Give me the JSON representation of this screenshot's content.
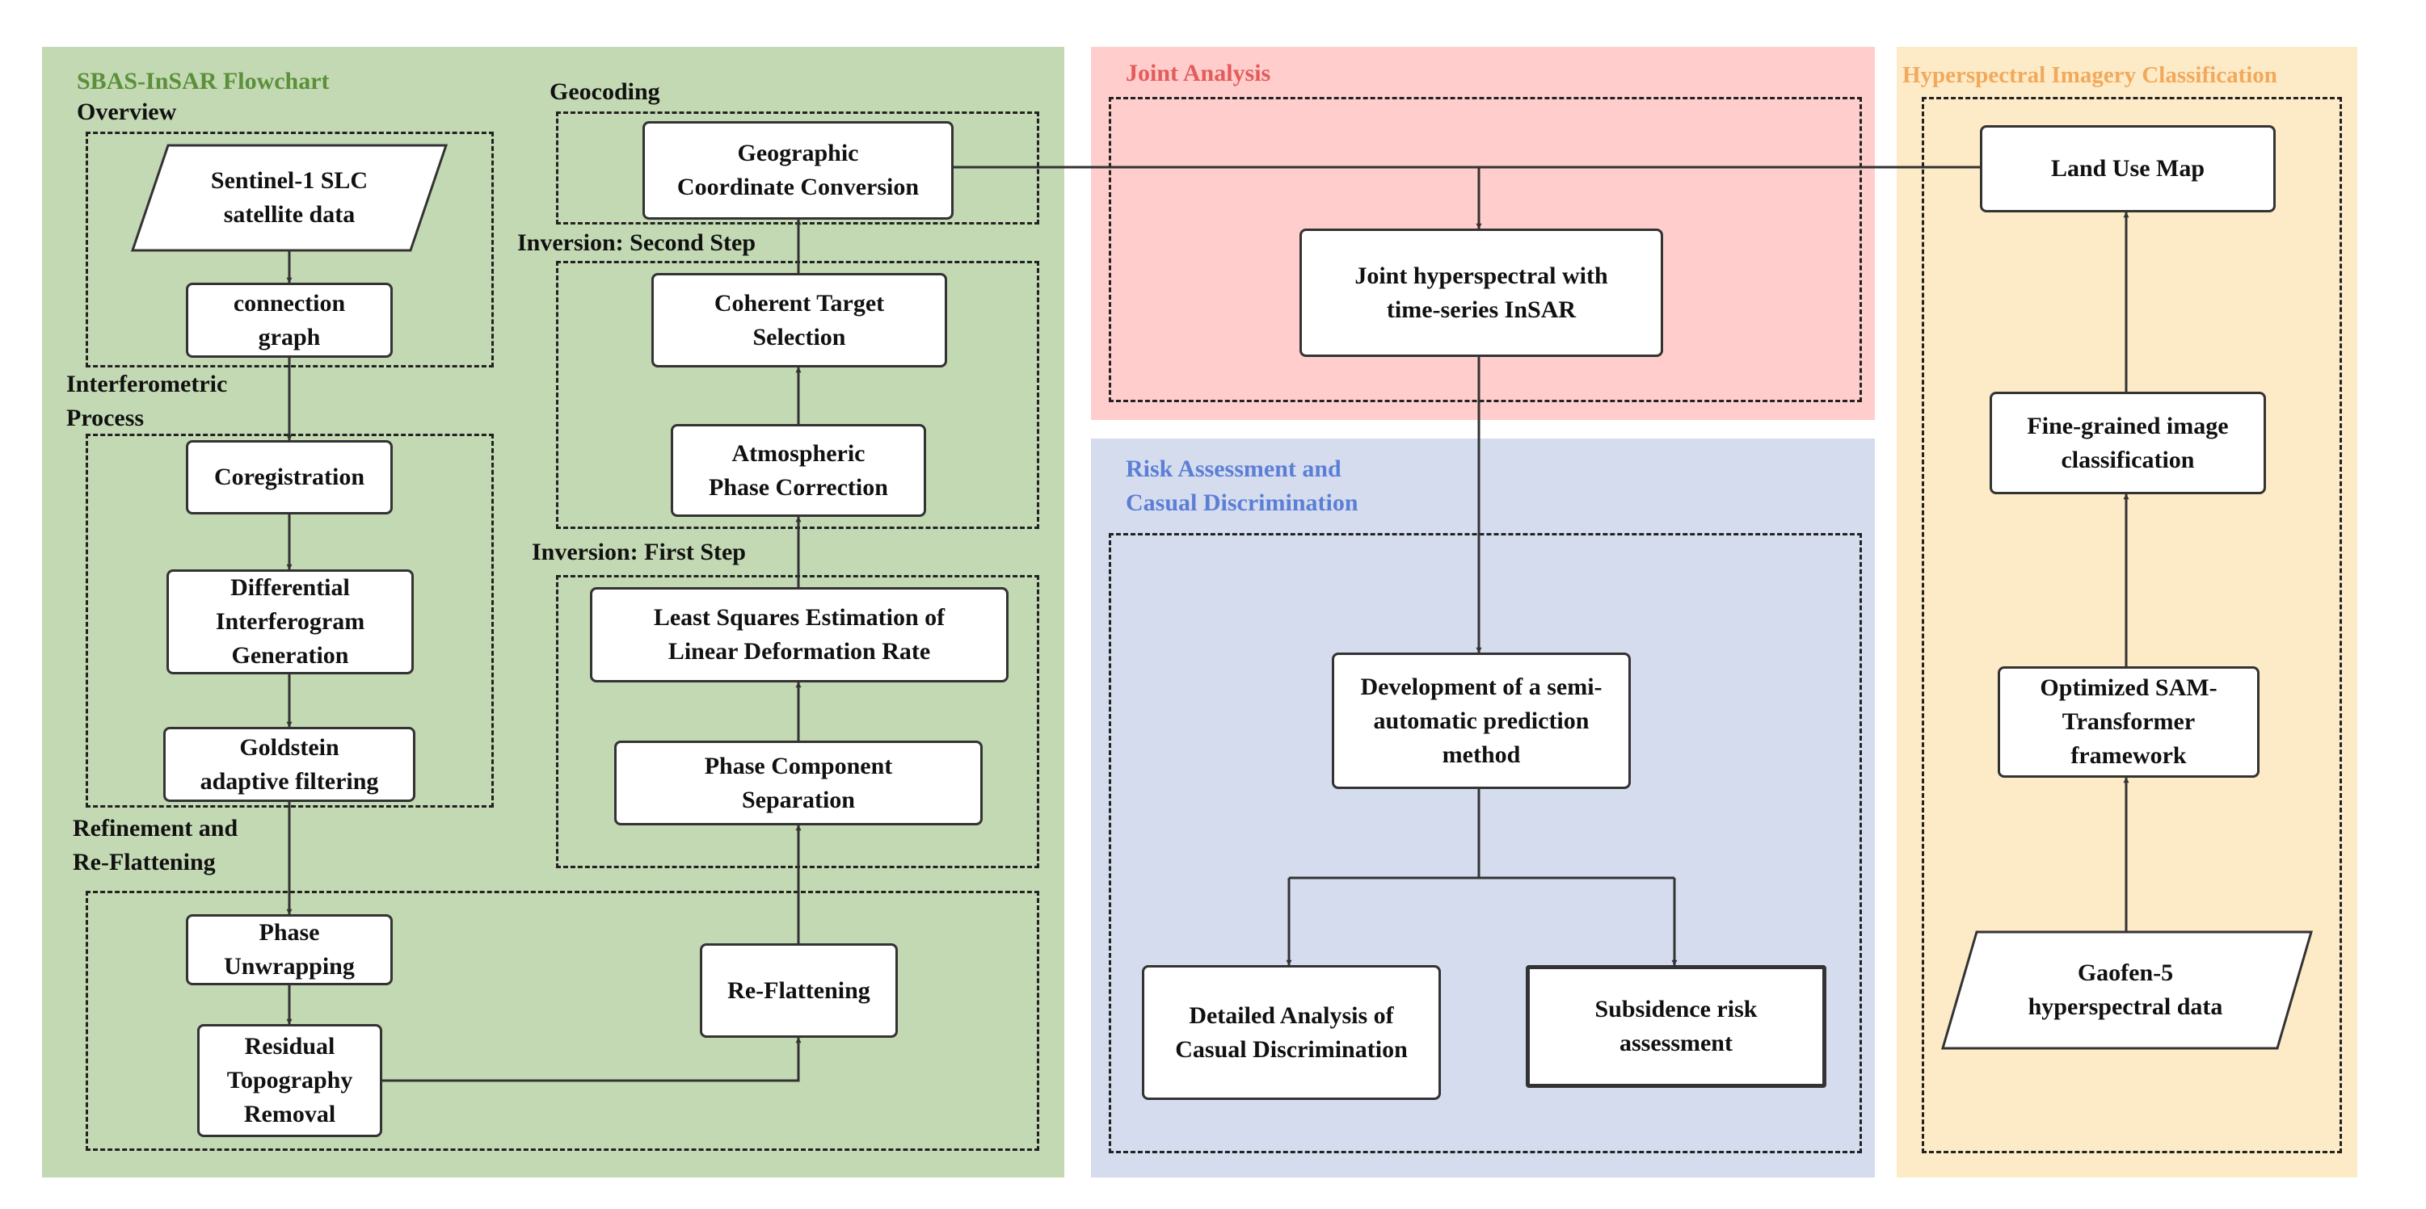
{
  "colors": {
    "sbas_panel": "#c3d9b3",
    "joint_panel": "#ffcdcb",
    "risk_panel": "#d5dcee",
    "hyper_panel": "#fdebc7",
    "sbas_title": "#5b8f3a",
    "joint_title": "#e35b5b",
    "risk_title": "#5b7fd6",
    "hyper_title": "#f2a95c",
    "line": "#333333"
  },
  "sbas": {
    "title": "SBAS-InSAR Flowchart",
    "overview_label": "Overview",
    "interferometric_label": "Interferometric\n      Process",
    "refinement_label": "Refinement and\nRe-Flattening",
    "geocoding_label": "Geocoding",
    "inversion_second_label": "Inversion: Second Step",
    "inversion_first_label": "Inversion: First Step",
    "sentinel": "Sentinel-1 SLC\nsatellite data",
    "connection": "connection\ngraph",
    "coregistration": "Coregistration",
    "differential": "Differential\nInterferogram\nGeneration",
    "goldstein": "Goldstein\nadaptive filtering",
    "phase_unwrapping": "Phase\nUnwrapping",
    "residual": "Residual\nTopography\nRemoval",
    "reflattening": "Re-Flattening",
    "phase_component": "Phase Component\nSeparation",
    "least_squares": "Least Squares Estimation of\nLinear Deformation Rate",
    "atmospheric": "Atmospheric\nPhase Correction",
    "coherent": "Coherent Target\nSelection",
    "geographic": "Geographic\nCoordinate Conversion"
  },
  "joint": {
    "title": "Joint Analysis",
    "node": "Joint hyperspectral  with\ntime-series InSAR"
  },
  "risk": {
    "title": "Risk Assessment and\nCasual Discrimination",
    "development": "Development of a semi-\nautomatic prediction\nmethod",
    "detailed": "Detailed Analysis of\nCasual Discrimination",
    "subsidence": "Subsidence risk\nassessment"
  },
  "hyper": {
    "title": "Hyperspectral Imagery Classification",
    "land_use": "Land Use Map",
    "fine_grained": "Fine-grained image\nclassification",
    "optimized": "Optimized SAM-\nTransformer\nframework",
    "gaofen": "Gaofen-5\nhyperspectral data"
  }
}
